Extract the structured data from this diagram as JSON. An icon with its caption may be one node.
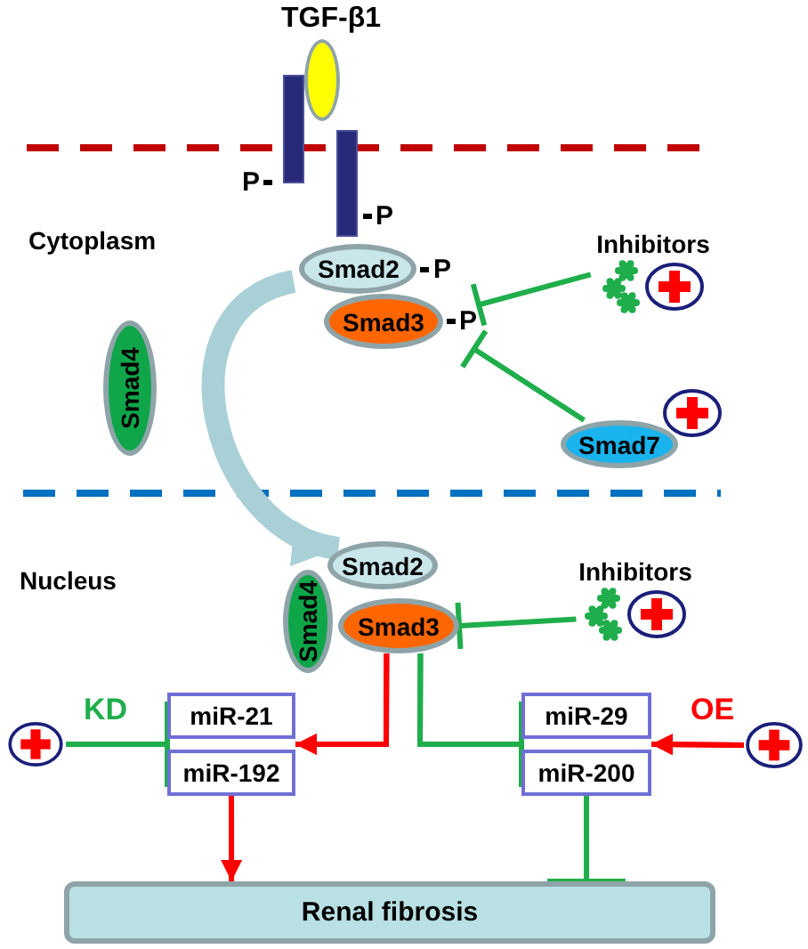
{
  "diagram": {
    "nodes": [
      {
        "text": [
          "TGF-β1"
        ]
      },
      {
        "text": [],
        "shape": "bar",
        "beside": [
          "P"
        ]
      },
      {
        "text": [],
        "shape": "bar",
        "beside": [
          "P"
        ]
      },
      {
        "text": [
          "Inhibitors"
        ]
      },
      {
        "text": [
          "Smad2"
        ],
        "beside": [
          "P"
        ]
      },
      {
        "text": [
          "Smad3"
        ],
        "beside": [
          "P"
        ]
      },
      {
        "text": [
          "Smad4"
        ]
      },
      {
        "text": [
          "Smad7"
        ]
      },
      {
        "text": [
          "Smad2"
        ]
      },
      {
        "text": [
          "Smad4"
        ]
      },
      {
        "text": [
          "Smad3"
        ]
      },
      {
        "text": [
          "Inhibitors"
        ]
      },
      {
        "text": [
          "miR-21"
        ]
      },
      {
        "text": [
          "miR-29"
        ]
      },
      {
        "text": [],
        "shape": "circle"
      },
      {
        "text": [
          "miR-192"
        ]
      },
      {
        "text": [
          "miR-200"
        ]
      },
      {
        "text": [],
        "shape": "circle"
      },
      {
        "text": [
          "Renal fibrosis"
        ]
      }
    ],
    "edges": [
      {
        "from": 3,
        "to": 5,
        "arrow": "other"
      },
      {
        "from": 7,
        "to": 5,
        "arrow": "other"
      },
      {
        "from": 4,
        "to": 8,
        "arrow": "to",
        "style": "thick",
        "color": "#a9d0d6"
      },
      {
        "from": 11,
        "to": 10,
        "arrow": "other"
      },
      {
        "from": 14,
        "to": 12,
        "arrow": "other",
        "label": "KD"
      },
      {
        "from": 14,
        "to": 15,
        "arrow": "other"
      },
      {
        "from": 10,
        "to": 12,
        "arrow": "to",
        "color": "#ff0000"
      },
      {
        "from": 10,
        "to": 15,
        "arrow": "to",
        "color": "#ff0000"
      },
      {
        "from": 10,
        "to": 13,
        "arrow": "other"
      },
      {
        "from": 10,
        "to": 16,
        "arrow": "other"
      },
      {
        "from": 17,
        "to": 13,
        "arrow": "to",
        "color": "#ff0000",
        "label": "OE"
      },
      {
        "from": 17,
        "to": 16,
        "arrow": "to",
        "color": "#ff0000"
      },
      {
        "from": 15,
        "to": 18,
        "arrow": "to",
        "color": "#ff0000"
      },
      {
        "from": 16,
        "to": 18,
        "arrow": "other"
      }
    ],
    "labels": [
      "Cytoplasm",
      "Nucleus"
    ]
  }
}
